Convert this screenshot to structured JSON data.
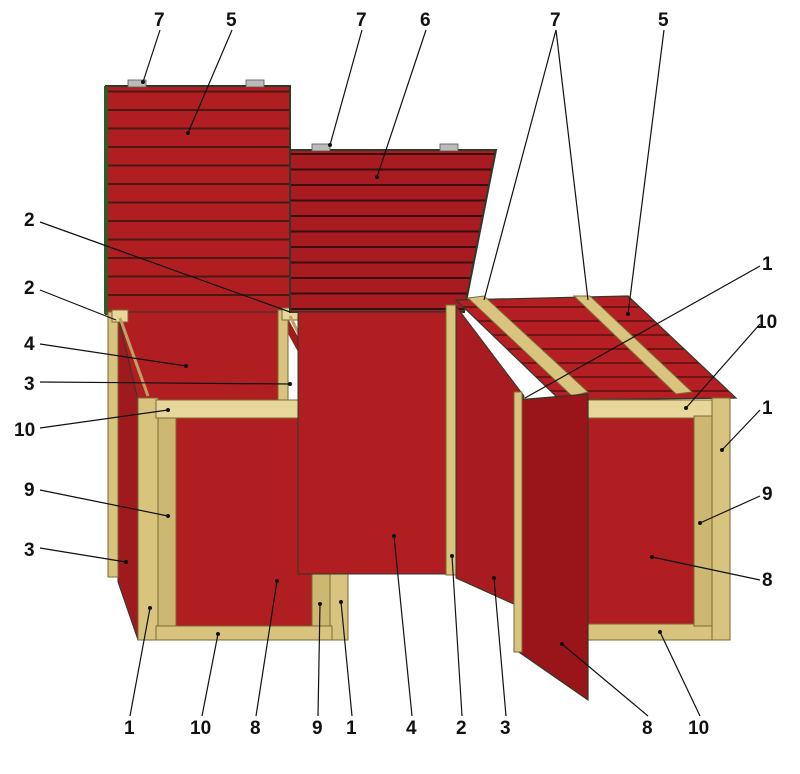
{
  "colors": {
    "panel_red": "#b01e22",
    "panel_red_dark": "#8e1418",
    "slat_line": "#5a1010",
    "wood_light": "#e8d79a",
    "wood_mid": "#cdb871",
    "wood_dark": "#a48c45",
    "outline": "#2d3a2a",
    "background": "#ffffff"
  },
  "callouts": {
    "top_left_7": "7",
    "top_left_5": "5",
    "top_mid_7": "7",
    "top_mid_6": "6",
    "top_right_7": "7",
    "top_right_5": "5",
    "left_2a": "2",
    "left_2b": "2",
    "left_4": "4",
    "left_3a": "3",
    "left_10": "10",
    "left_9": "9",
    "left_3b": "3",
    "right_1a": "1",
    "right_10": "10",
    "right_1b": "1",
    "right_9": "9",
    "right_8": "8",
    "bottom_1a": "1",
    "bottom_10a": "10",
    "bottom_8a": "8",
    "bottom_9": "9",
    "bottom_1b": "1",
    "bottom_4": "4",
    "bottom_2": "2",
    "bottom_3": "3",
    "bottom_8b": "8",
    "bottom_10b": "10"
  }
}
